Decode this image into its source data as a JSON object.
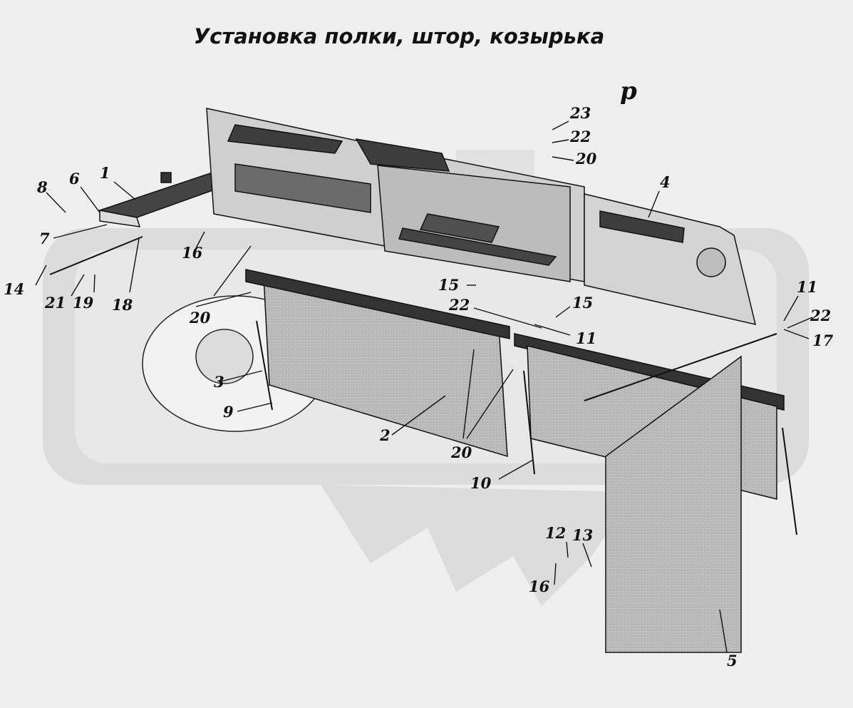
{
  "title": "Установка полки, штор, козырька",
  "view_letter": "р",
  "callouts": [
    {
      "id": "c1",
      "text": "1"
    },
    {
      "id": "c2",
      "text": "2"
    },
    {
      "id": "c3",
      "text": "3"
    },
    {
      "id": "c4",
      "text": "4"
    },
    {
      "id": "c5",
      "text": "5"
    },
    {
      "id": "c6",
      "text": "6"
    },
    {
      "id": "c7",
      "text": "7"
    },
    {
      "id": "c8",
      "text": "8"
    },
    {
      "id": "c9",
      "text": "9"
    },
    {
      "id": "c10",
      "text": "10"
    },
    {
      "id": "c11a",
      "text": "11"
    },
    {
      "id": "c11b",
      "text": "11"
    },
    {
      "id": "c12",
      "text": "12"
    },
    {
      "id": "c13",
      "text": "13"
    },
    {
      "id": "c14",
      "text": "14"
    },
    {
      "id": "c15a",
      "text": "15"
    },
    {
      "id": "c15b",
      "text": "15"
    },
    {
      "id": "c16a",
      "text": "16"
    },
    {
      "id": "c16b",
      "text": "16"
    },
    {
      "id": "c17",
      "text": "17"
    },
    {
      "id": "c18",
      "text": "18"
    },
    {
      "id": "c19",
      "text": "19"
    },
    {
      "id": "c20a",
      "text": "20"
    },
    {
      "id": "c20b",
      "text": "20"
    },
    {
      "id": "c20c",
      "text": "20"
    },
    {
      "id": "c21",
      "text": "21"
    },
    {
      "id": "c22a",
      "text": "22"
    },
    {
      "id": "c22b",
      "text": "22"
    },
    {
      "id": "c22c",
      "text": "22"
    },
    {
      "id": "c23",
      "text": "23"
    }
  ],
  "colors": {
    "background": "#efefef",
    "watermark": "#dcdcdc",
    "panel": "#cfcfcf",
    "panel_dark": "#555555",
    "curtain": "#b9b9b9",
    "line": "#111111"
  }
}
